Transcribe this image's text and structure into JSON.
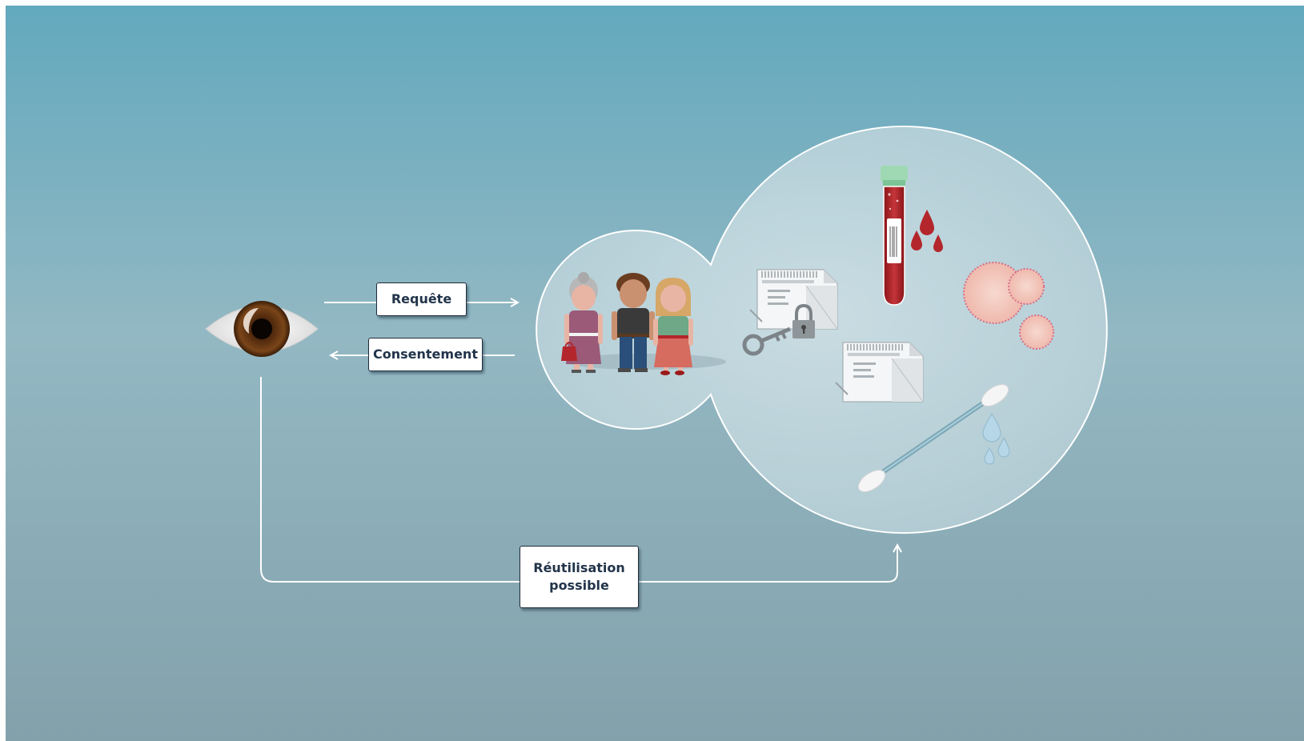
{
  "diagram": {
    "colors": {
      "background_top": "#63a9be",
      "background_bottom": "#8aa2ab",
      "bubble_fill": "#c6dbe1",
      "line": "#ffffff",
      "label_text": "#22344a",
      "blood": "#b3262b",
      "cell": "#f1c6bd"
    },
    "labels": {
      "request": "Requête",
      "consent": "Consentement",
      "reuse_line1": "Réutilisation",
      "reuse_line2": "possible"
    },
    "icons": [
      "eye-icon",
      "family-icon",
      "blood-tube-icon",
      "blood-drops-icon",
      "cells-icon",
      "document-icon",
      "padlock-icon",
      "key-icon",
      "cotton-swab-icon",
      "water-drops-icon"
    ]
  }
}
